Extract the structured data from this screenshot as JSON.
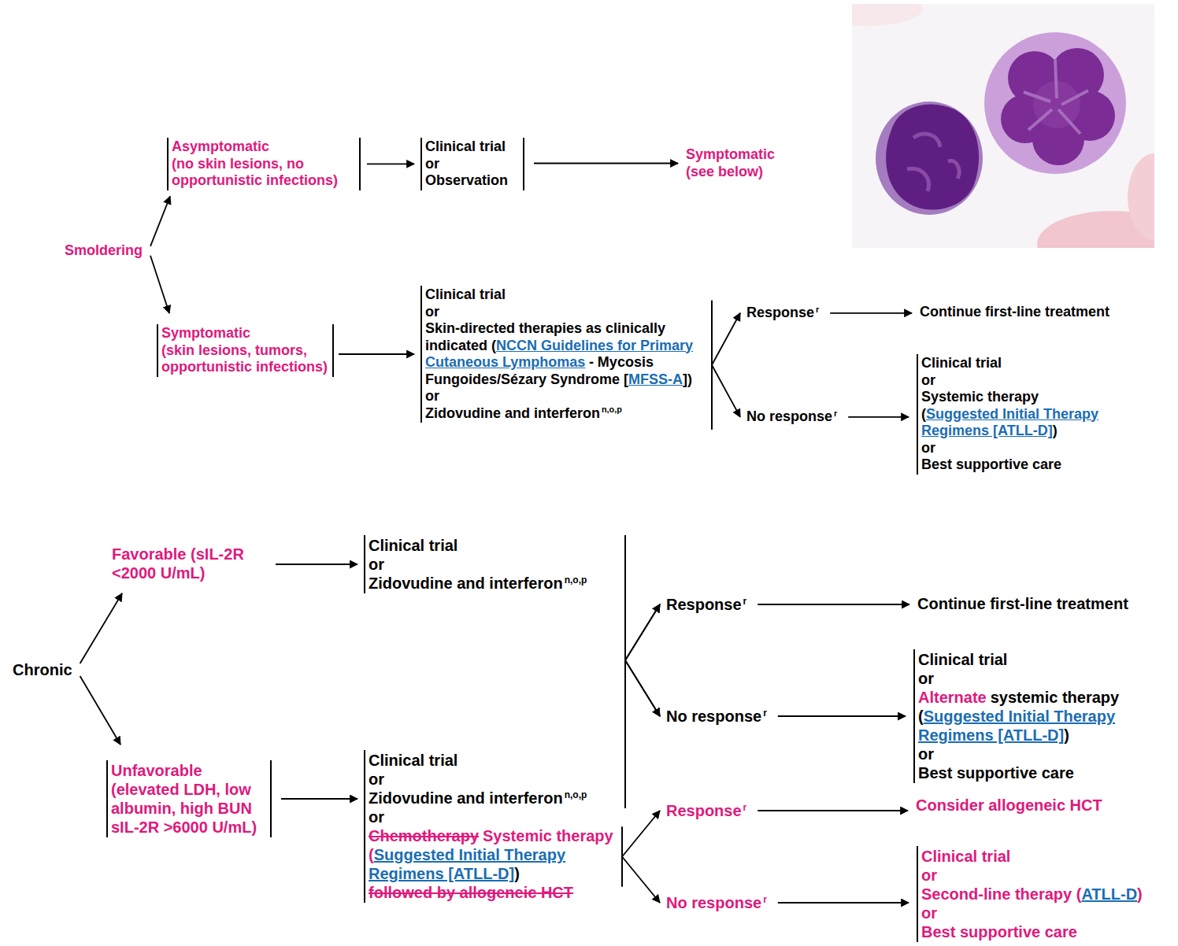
{
  "diagram": {
    "nodes": [
      {
        "text": [
          "Smoldering"
        ]
      },
      {
        "text": [
          "Asymptomatic",
          "(no skin lesions, no opportunistic infections)"
        ]
      },
      {
        "text": [
          "Clinical trial",
          "or",
          "Observation"
        ]
      },
      {
        "text": [
          "Symptomatic (see below)"
        ]
      },
      {
        "text": [
          "Symptomatic",
          "(skin lesions, tumors, opportunistic infections)"
        ]
      },
      {
        "text": [
          "Clinical trial",
          "or",
          "Skin-directed therapies as clinically indicated (",
          "NCCN Guidelines for Primary Cutaneous Lymphomas",
          "- Mycosis Fungoides/Sézary Syndrome [",
          "MFSS-A",
          "])",
          "or",
          "Zidovudine and interferon",
          "n,o,p"
        ]
      },
      {
        "text": [
          "Response",
          "r"
        ]
      },
      {
        "text": [
          "Continue first-line treatment"
        ]
      },
      {
        "text": [
          "No response",
          "r"
        ]
      },
      {
        "text": [
          "Clinical trial",
          "or",
          "Systemic therapy",
          "(",
          "Suggested Initial Therapy Regimens [ATLL-D]",
          ")",
          "or",
          "Best supportive care"
        ]
      },
      {
        "text": [
          "Chronic"
        ]
      },
      {
        "text": [
          "Favorable (sIL-2R <2000 U/mL)"
        ]
      },
      {
        "text": [
          "Clinical trial",
          "or",
          "Zidovudine and interferon",
          "n,o,p"
        ]
      },
      {
        "text": [
          "Unfavorable",
          "(elevated LDH, low albumin, high BUN sIL-2R >6000 U/mL)"
        ]
      },
      {
        "text": [
          "Clinical trial",
          "or",
          "Zidovudine and interferon",
          "n,o,p",
          "or",
          "Chemotherapy",
          "Systemic therapy (",
          "Suggested Initial Therapy Regimens [ATLL-D]",
          ")",
          "followed by allogeneic HCT"
        ]
      },
      {
        "text": [
          "Response",
          "r"
        ]
      },
      {
        "text": [
          "Continue first-line treatment"
        ]
      },
      {
        "text": [
          "No response",
          "r"
        ]
      },
      {
        "text": [
          "Clinical trial",
          "or",
          "Alternate",
          "systemic therapy",
          "(",
          "Suggested Initial Therapy Regimens [ATLL-D]",
          ")",
          "or",
          "Best supportive care"
        ]
      },
      {
        "text": [
          "Response",
          "r"
        ]
      },
      {
        "text": [
          "Consider allogeneic HCT"
        ]
      },
      {
        "text": [
          "No response",
          "r"
        ]
      },
      {
        "text": [
          "Clinical trial",
          "or",
          "Second-line therapy (",
          "ATLL-D",
          ")",
          "or",
          "Best supportive care"
        ]
      }
    ],
    "edges": [
      {
        "from": 0,
        "to": 1,
        "arrow": "to"
      },
      {
        "from": 0,
        "to": 4,
        "arrow": "to"
      },
      {
        "from": 1,
        "to": 2,
        "arrow": "to"
      },
      {
        "from": 2,
        "to": 3,
        "arrow": "to"
      },
      {
        "from": 4,
        "to": 5,
        "arrow": "to"
      },
      {
        "from": 5,
        "to": 6,
        "arrow": "to"
      },
      {
        "from": 5,
        "to": 8,
        "arrow": "to"
      },
      {
        "from": 6,
        "to": 7,
        "arrow": "to"
      },
      {
        "from": 8,
        "to": 9,
        "arrow": "to"
      },
      {
        "from": 10,
        "to": 11,
        "arrow": "to"
      },
      {
        "from": 10,
        "to": 13,
        "arrow": "to"
      },
      {
        "from": 11,
        "to": 12,
        "arrow": "to"
      },
      {
        "from": 13,
        "to": 14,
        "arrow": "to"
      },
      {
        "from": 12,
        "to": 15,
        "arrow": "to"
      },
      {
        "from": 12,
        "to": 17,
        "arrow": "to"
      },
      {
        "from": 14,
        "to": 15,
        "arrow": "to"
      },
      {
        "from": 14,
        "to": 17,
        "arrow": "to"
      },
      {
        "from": 14,
        "to": 19,
        "arrow": "to"
      },
      {
        "from": 14,
        "to": 21,
        "arrow": "to"
      },
      {
        "from": 15,
        "to": 16,
        "arrow": "to"
      },
      {
        "from": 17,
        "to": 18,
        "arrow": "to"
      },
      {
        "from": 19,
        "to": 20,
        "arrow": "to"
      },
      {
        "from": 21,
        "to": 22,
        "arrow": "to"
      }
    ]
  }
}
